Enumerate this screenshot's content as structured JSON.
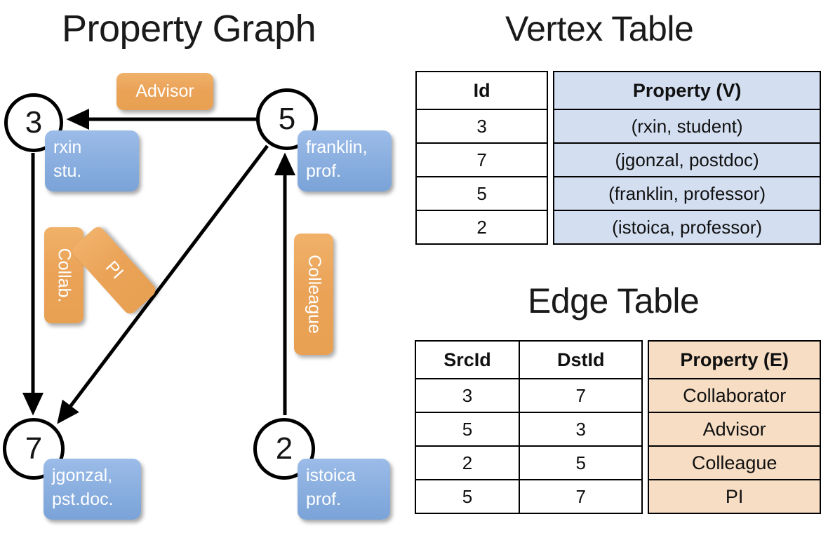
{
  "titles": {
    "property_graph": "Property Graph",
    "vertex_table": "Vertex Table",
    "edge_table": "Edge Table"
  },
  "graph": {
    "vertices": [
      {
        "id": "3",
        "prop_line1": "rxin",
        "prop_line2": "stu."
      },
      {
        "id": "5",
        "prop_line1": "franklin,",
        "prop_line2": "prof."
      },
      {
        "id": "7",
        "prop_line1": "jgonzal,",
        "prop_line2": "pst.doc."
      },
      {
        "id": "2",
        "prop_line1": "istoica",
        "prop_line2": "prof."
      }
    ],
    "edge_labels": [
      {
        "text": "Advisor",
        "orientation": "horizontal"
      },
      {
        "text": "Collab.",
        "orientation": "vertical"
      },
      {
        "text": "PI",
        "orientation": "diagonal"
      },
      {
        "text": "Colleague",
        "orientation": "vertical"
      }
    ],
    "colors": {
      "vertex_property_box": "#8cb0e0",
      "edge_label_box": "#eaa257",
      "stroke": "#000000"
    }
  },
  "vertex_table": {
    "headers": [
      "Id",
      "Property (V)"
    ],
    "rows": [
      {
        "id": "3",
        "property": "(rxin, student)"
      },
      {
        "id": "7",
        "property": "(jgonzal, postdoc)"
      },
      {
        "id": "5",
        "property": "(franklin, professor)"
      },
      {
        "id": "2",
        "property": "(istoica, professor)"
      }
    ],
    "property_column_color": "#d3dff1"
  },
  "edge_table": {
    "headers": [
      "SrcId",
      "DstId",
      "Property (E)"
    ],
    "rows": [
      {
        "src": "3",
        "dst": "7",
        "property": "Collaborator"
      },
      {
        "src": "5",
        "dst": "3",
        "property": "Advisor"
      },
      {
        "src": "2",
        "dst": "5",
        "property": "Colleague"
      },
      {
        "src": "5",
        "dst": "7",
        "property": "PI"
      }
    ],
    "property_column_color": "#f6ddc4"
  }
}
